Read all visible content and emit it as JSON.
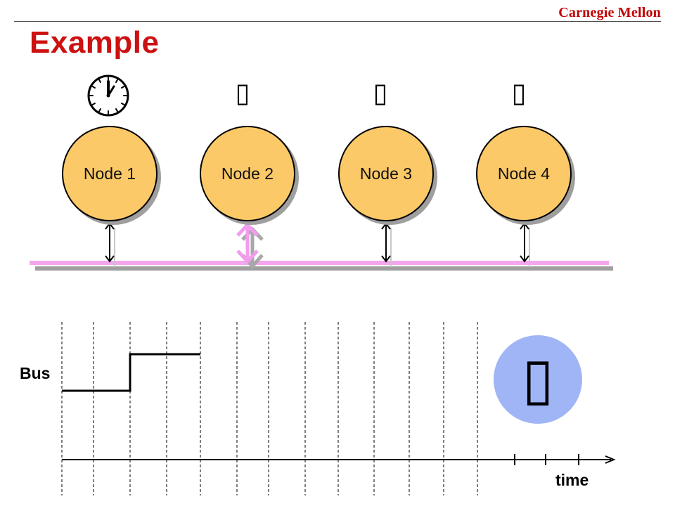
{
  "header": {
    "brand": "Carnegie Mellon",
    "title": "Example"
  },
  "icons": {
    "clock": "clock-icon",
    "missing_glyph": "▯",
    "status_glyph": "▯"
  },
  "nodes": [
    {
      "label": "Node 1"
    },
    {
      "label": "Node 2"
    },
    {
      "label": "Node 3"
    },
    {
      "label": "Node 4"
    }
  ],
  "timing": {
    "bus_label": "Bus",
    "time_label": "time"
  },
  "colors": {
    "title": "#cc1111",
    "node_fill": "#fcc968",
    "bus_line": "#f4a6f0",
    "bus_shadow": "#9f9f9f",
    "status_circle": "#9fb5f5"
  }
}
